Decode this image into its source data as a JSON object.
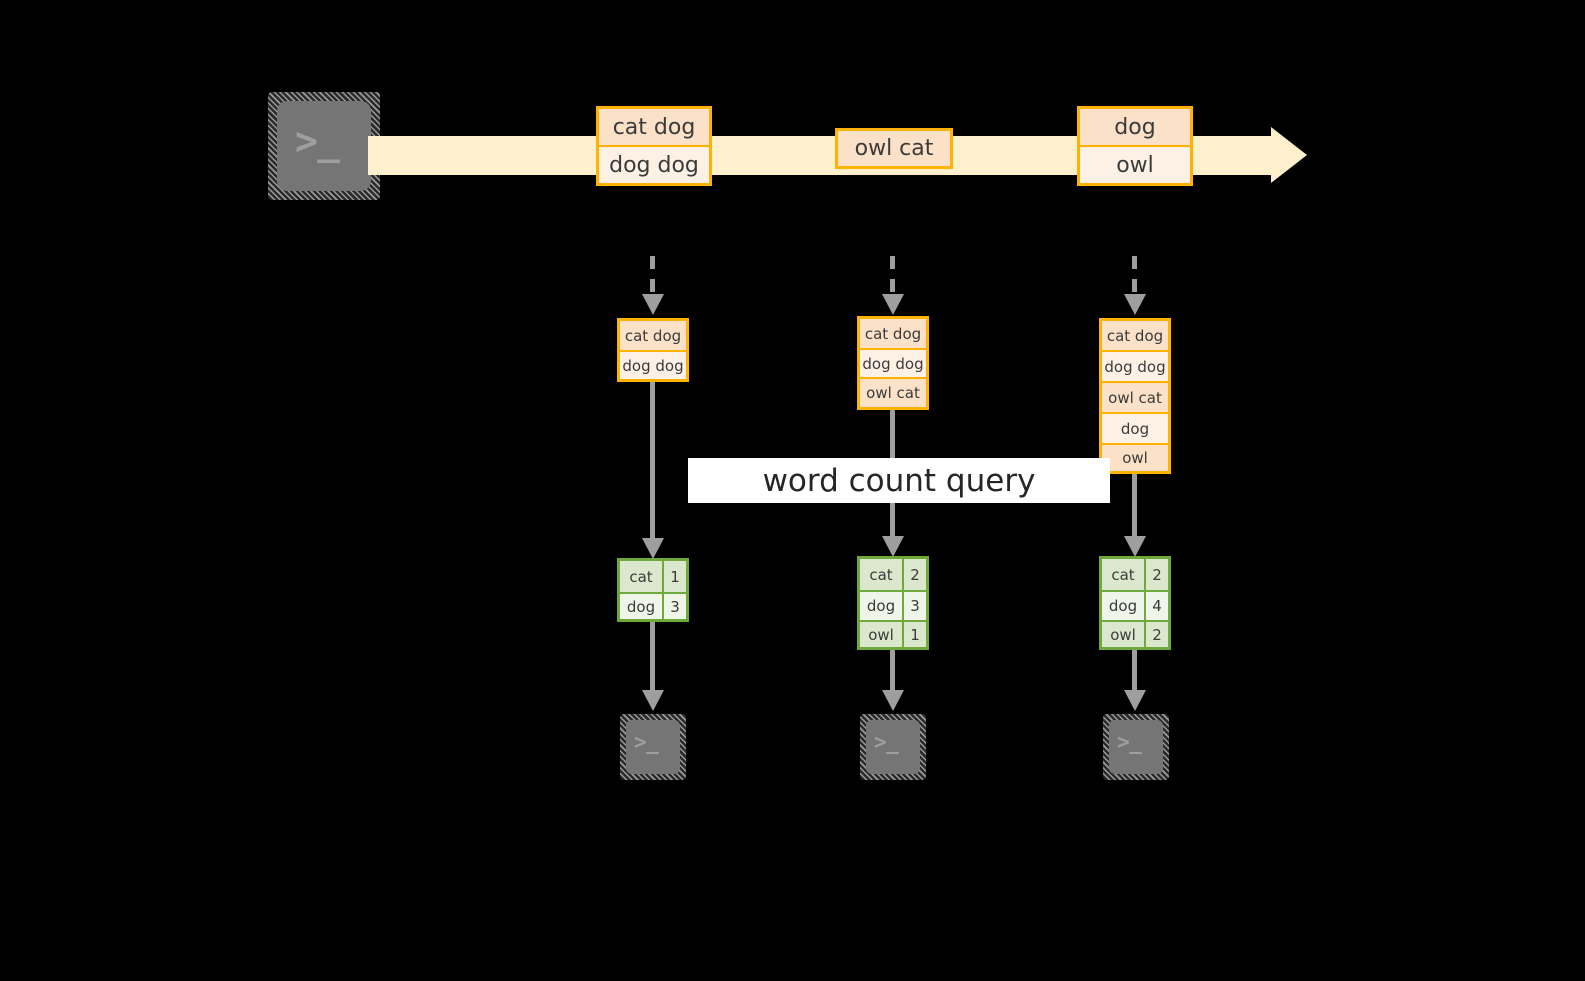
{
  "diagram": {
    "title_banner": "word count query",
    "colors": {
      "background": "#000000",
      "stream_band": "#FEF0CC",
      "record_border": "#FFB300",
      "record_fill_dark": "#FAE1C8",
      "record_fill_light": "#FDF1E6",
      "table_border": "#6FA83B",
      "table_fill_dark": "#DCE8CE",
      "table_fill_light": "#F0F5EA",
      "connector": "#9E9E9E",
      "terminal_body": "#757575",
      "banner_bg": "#FFFFFF",
      "text": "#3B3B3B"
    },
    "producer": {
      "icon": "terminal-icon",
      "glyph": ">_"
    },
    "stream": {
      "label": "event-stream-arrow",
      "messages": [
        {
          "id": "msg-1",
          "lines": [
            "cat dog",
            "dog dog"
          ]
        },
        {
          "id": "msg-2",
          "lines": [
            "owl cat"
          ]
        },
        {
          "id": "msg-3",
          "lines": [
            "dog",
            "owl"
          ]
        }
      ]
    },
    "snapshots": [
      {
        "id": "snapshot-1",
        "records": [
          "cat dog",
          "dog dog"
        ],
        "result": {
          "rows": [
            {
              "word": "cat",
              "count": "1"
            },
            {
              "word": "dog",
              "count": "3"
            }
          ]
        },
        "consumer": {
          "icon": "terminal-icon",
          "glyph": ">_"
        }
      },
      {
        "id": "snapshot-2",
        "records": [
          "cat dog",
          "dog dog",
          "owl cat"
        ],
        "result": {
          "rows": [
            {
              "word": "cat",
              "count": "2"
            },
            {
              "word": "dog",
              "count": "3"
            },
            {
              "word": "owl",
              "count": "1"
            }
          ]
        },
        "consumer": {
          "icon": "terminal-icon",
          "glyph": ">_"
        }
      },
      {
        "id": "snapshot-3",
        "records": [
          "cat dog",
          "dog dog",
          "owl cat",
          "dog",
          "owl"
        ],
        "result": {
          "rows": [
            {
              "word": "cat",
              "count": "2"
            },
            {
              "word": "dog",
              "count": "4"
            },
            {
              "word": "owl",
              "count": "2"
            }
          ]
        },
        "consumer": {
          "icon": "terminal-icon",
          "glyph": ">_"
        }
      }
    ]
  }
}
